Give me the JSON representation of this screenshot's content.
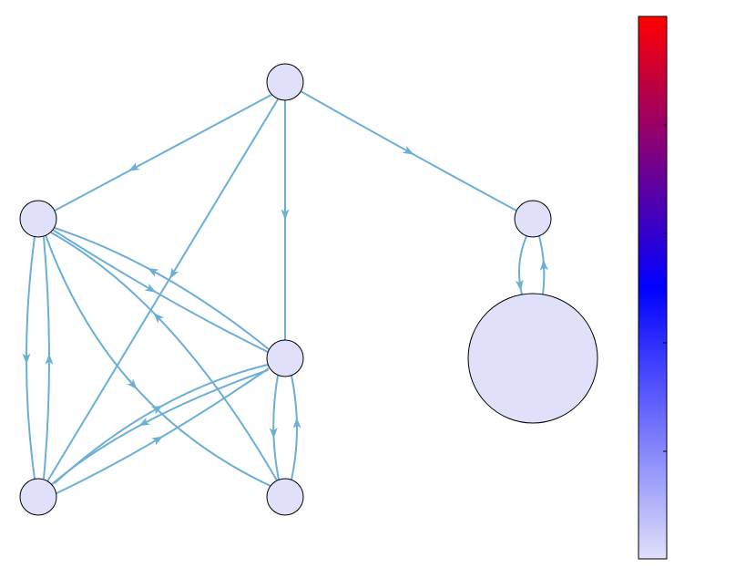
{
  "diagram": {
    "type": "directed-graph",
    "edge_color": "#6baed6",
    "node_fill": "#e0e0fa",
    "node_stroke": "#000000",
    "nodes": [
      {
        "id": "n1",
        "label": ""
      },
      {
        "id": "n2",
        "label": ""
      },
      {
        "id": "n3",
        "label": ""
      },
      {
        "id": "n4",
        "label": ""
      },
      {
        "id": "n5",
        "label": ""
      },
      {
        "id": "n6",
        "label": ""
      },
      {
        "id": "n7",
        "label": ""
      }
    ],
    "edges": [
      {
        "from": "n1",
        "to": "n2"
      },
      {
        "from": "n1",
        "to": "n3"
      },
      {
        "from": "n1",
        "to": "n4"
      },
      {
        "from": "n1",
        "to": "n5"
      },
      {
        "from": "n2",
        "to": "n3"
      },
      {
        "from": "n2",
        "to": "n4"
      },
      {
        "from": "n4",
        "to": "n2"
      },
      {
        "from": "n2",
        "to": "n6"
      },
      {
        "from": "n6",
        "to": "n2"
      },
      {
        "from": "n3",
        "to": "n4"
      },
      {
        "from": "n6",
        "to": "n4"
      },
      {
        "from": "n4",
        "to": "n6"
      },
      {
        "from": "n3",
        "to": "n6"
      },
      {
        "from": "n5",
        "to": "n7"
      },
      {
        "from": "n7",
        "to": "n5"
      }
    ]
  },
  "colorbar": {
    "stops": [
      "#e0e0fa",
      "#0000ff",
      "#ff0000"
    ],
    "tick_count": 5,
    "tick_labels": []
  }
}
